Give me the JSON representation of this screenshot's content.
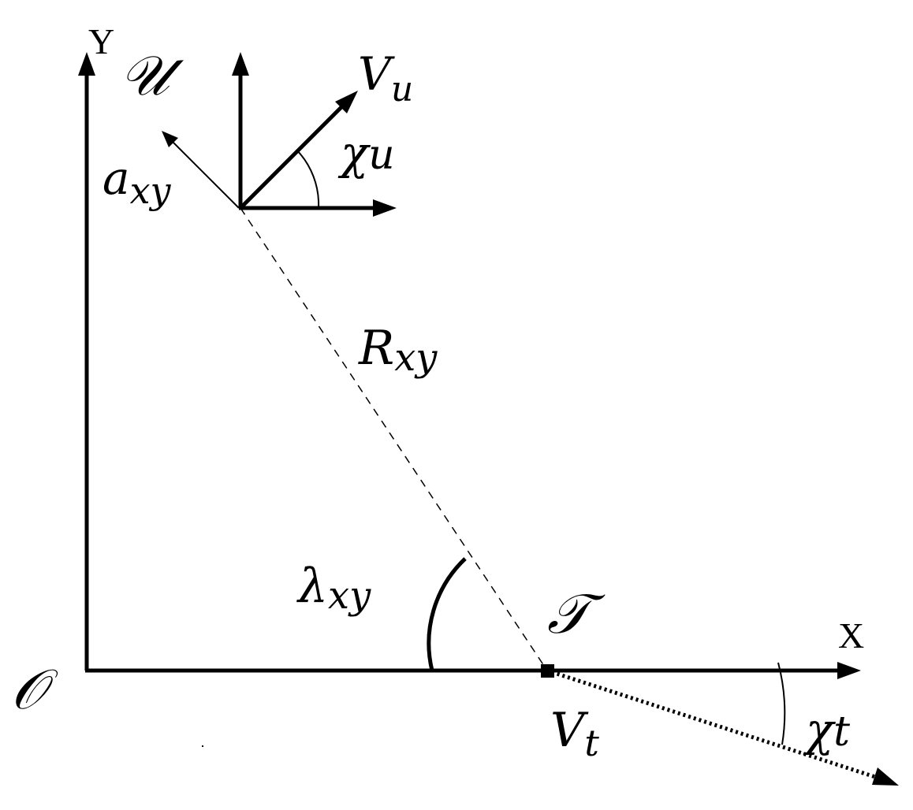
{
  "diagram": {
    "axis_labels": {
      "y": "Y",
      "x": "X"
    },
    "origin_label": "𝒪",
    "pursuer": {
      "label": "𝒰",
      "velocity_label": {
        "main": "V",
        "sub": "u"
      },
      "heading_angle_label": {
        "main": "χ",
        "sub": "u"
      },
      "acceleration_label": {
        "main": "a",
        "sub": "xy"
      }
    },
    "target": {
      "label": "𝒯",
      "velocity_label": {
        "main": "V",
        "sub": "t"
      },
      "heading_angle_label": {
        "main": "χ",
        "sub": "t"
      }
    },
    "line_of_sight": {
      "range_label": {
        "main": "R",
        "sub": "xy"
      },
      "angle_label": {
        "main": "λ",
        "sub": "xy"
      }
    },
    "color": "#000000"
  }
}
